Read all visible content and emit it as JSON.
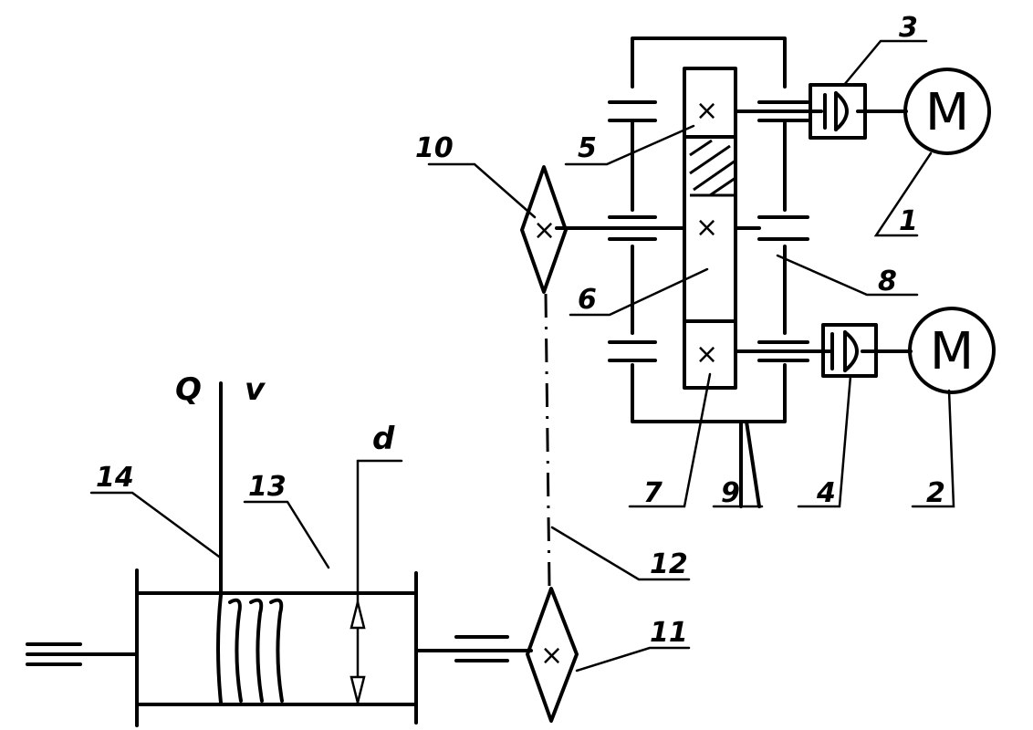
{
  "labels": {
    "n1": "1",
    "n2": "2",
    "n3": "3",
    "n4": "4",
    "n5": "5",
    "n6": "6",
    "n7": "7",
    "n8": "8",
    "n9": "9",
    "n10": "10",
    "n11": "11",
    "n12": "12",
    "n13": "13",
    "n14": "14",
    "Q": "Q",
    "v": "v",
    "d": "d"
  },
  "symbols": {
    "motor": "M",
    "shaft_mark": "×"
  }
}
